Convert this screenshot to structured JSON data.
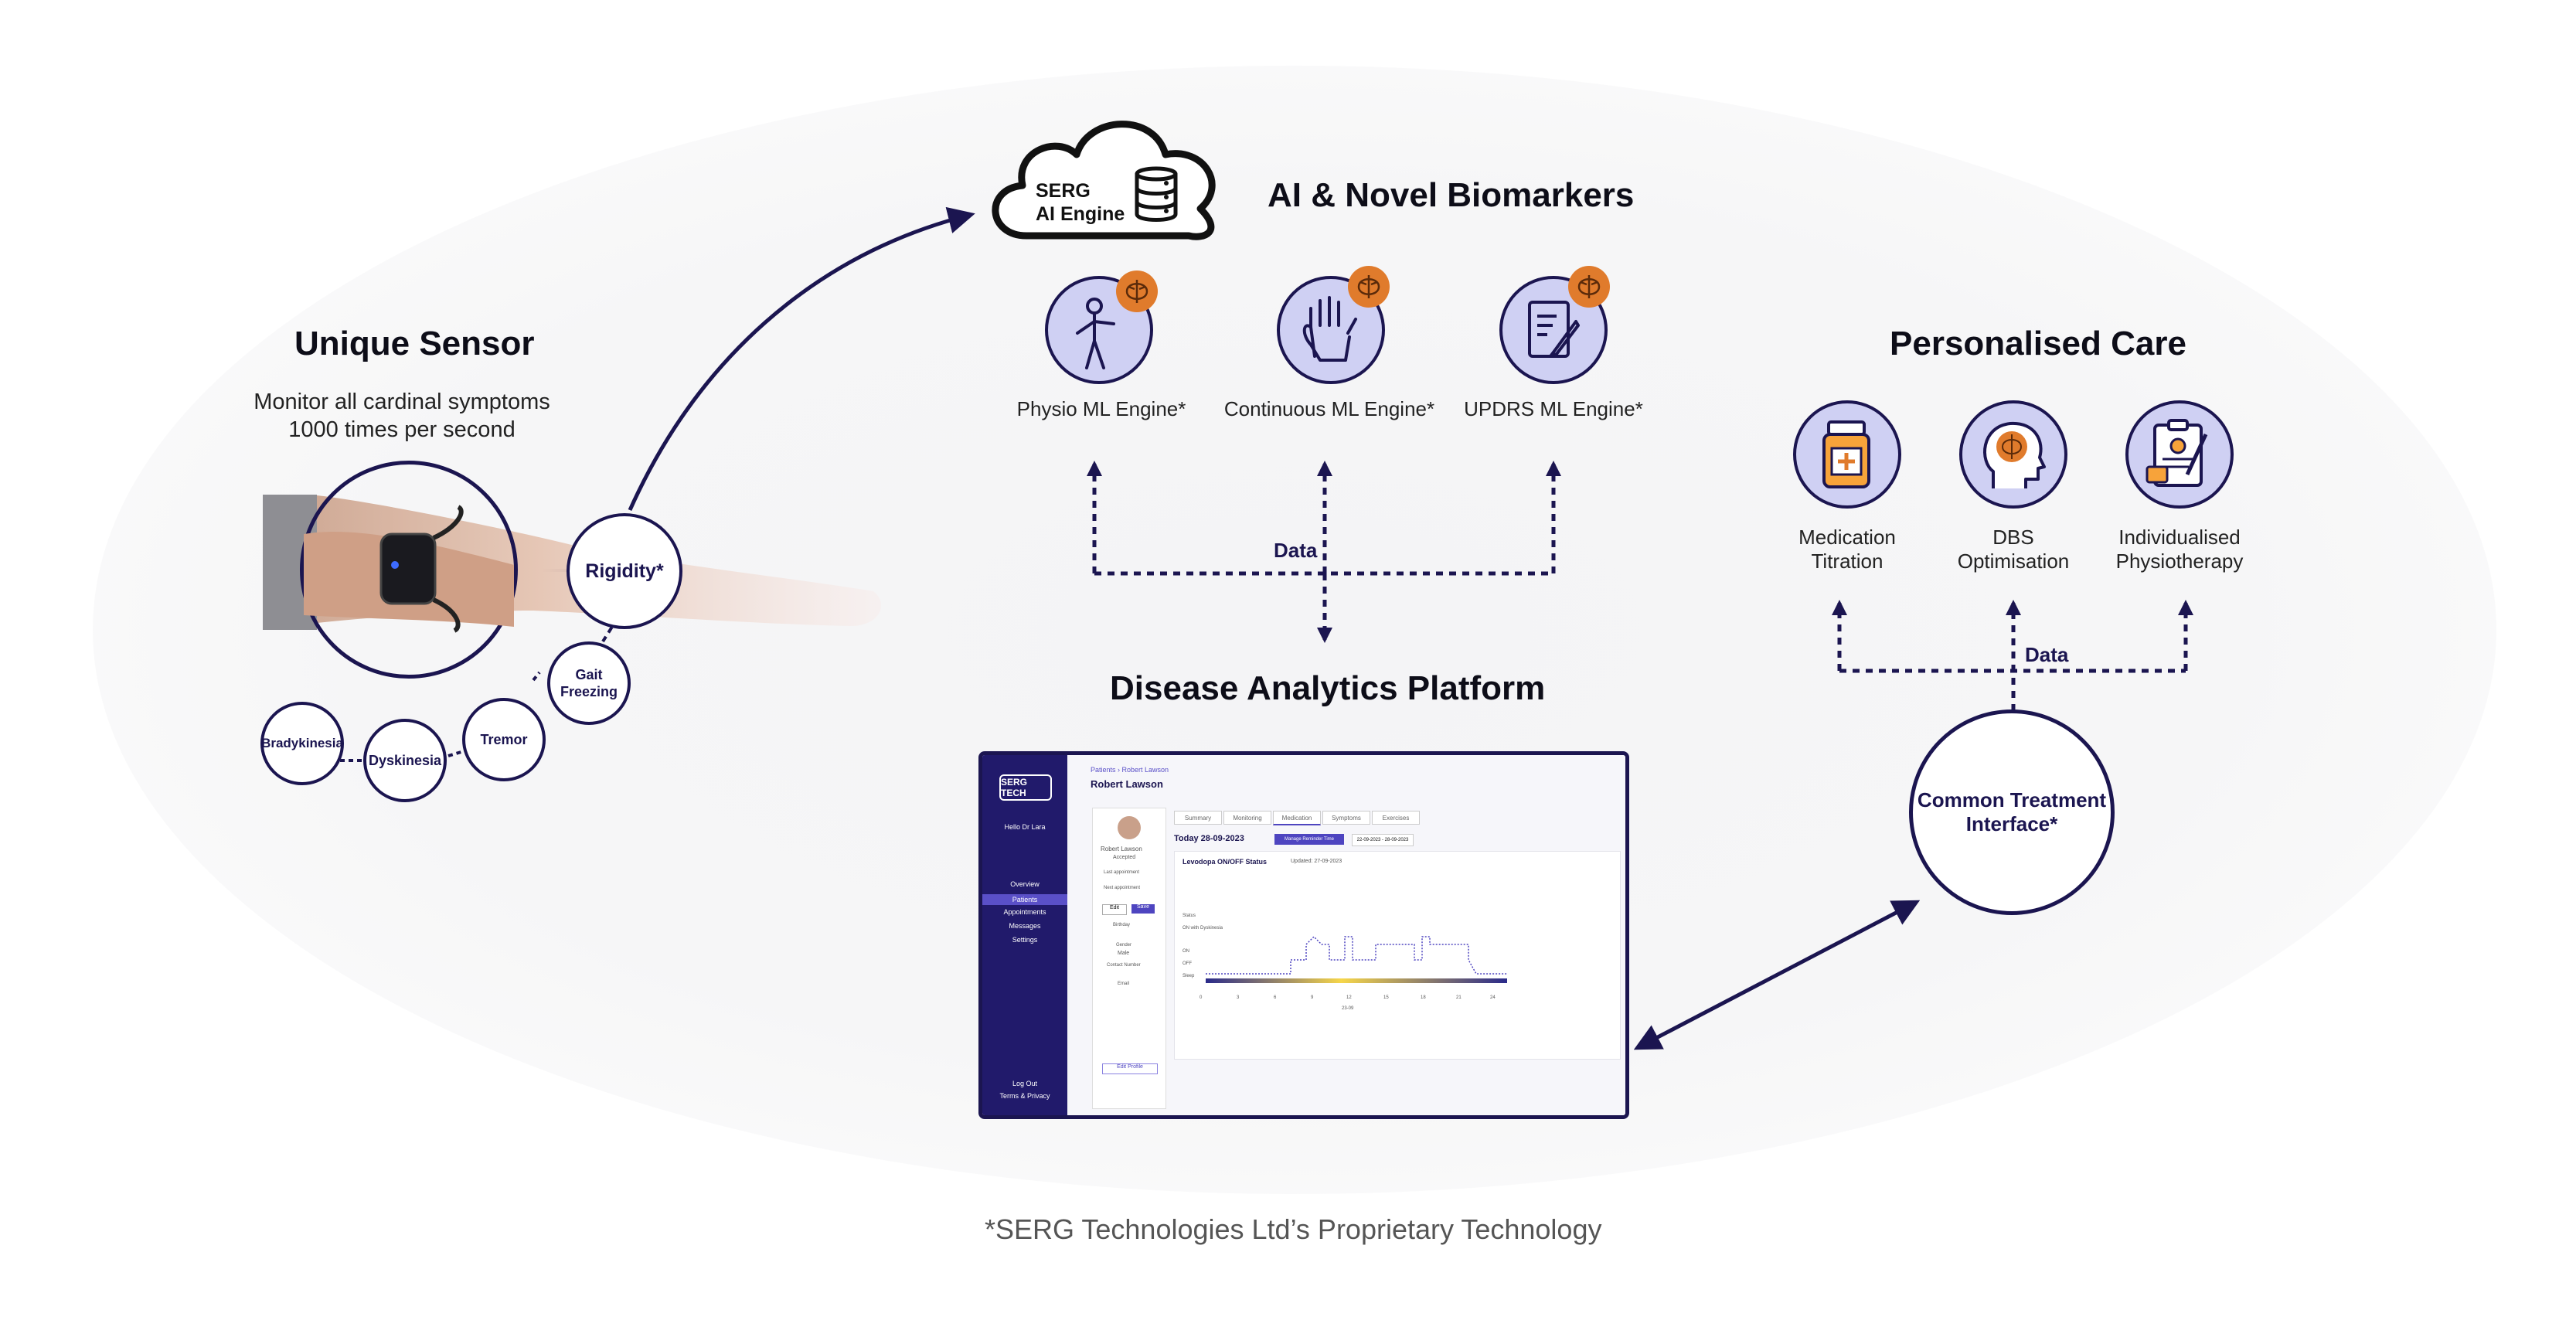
{
  "sensor": {
    "title": "Unique Sensor",
    "subtitle_line1": "Monitor all cardinal symptoms",
    "subtitle_line2": "1000 times per second",
    "symptoms": [
      "Rigidity*",
      "Gait Freezing",
      "Tremor",
      "Dyskinesia",
      "Bradykinesia"
    ]
  },
  "ai": {
    "cloud_line1": "SERG",
    "cloud_line2": "AI Engine",
    "title": "AI & Novel Biomarkers",
    "engines": [
      "Physio ML Engine*",
      "Continuous ML Engine*",
      "UPDRS ML Engine*"
    ],
    "data_label": "Data"
  },
  "care": {
    "title": "Personalised Care",
    "items": [
      {
        "line1": "Medication",
        "line2": "Titration",
        "icon": "medication-bottle-icon"
      },
      {
        "line1": "DBS",
        "line2": "Optimisation",
        "icon": "head-brain-icon"
      },
      {
        "line1": "Individualised",
        "line2": "Physiotherapy",
        "icon": "clipboard-icon"
      }
    ],
    "data_label": "Data",
    "interface_line1": "Common Treatment",
    "interface_line2": "Interface*"
  },
  "platform": {
    "title": "Disease Analytics Platform",
    "dashboard": {
      "logo": "SERG TECH",
      "greeting": "Hello Dr Lara",
      "nav": [
        "Overview",
        "Patients",
        "Appointments",
        "Messages",
        "Settings"
      ],
      "footer_nav": [
        "Log Out",
        "Terms & Privacy"
      ],
      "breadcrumb": "Patients  ›  Robert Lawson",
      "patient_name": "Robert Lawson",
      "tabs": [
        "Summary",
        "Monitoring",
        "Medication",
        "Symptoms",
        "Exercises"
      ],
      "today": "Today 28-09-2023",
      "button": "Manage Reminder Time",
      "date_range": "22-09-2023 - 28-09-2023",
      "chart_title": "Levodopa ON/OFF Status",
      "chart_updated": "Updated: 27-09-2023",
      "profile_fields": [
        "Robert Lawson",
        "Accepted",
        "Last appointment",
        "Next appointment",
        "Birthday",
        "Gender",
        "Male",
        "Contact Number",
        "Email"
      ],
      "edit_btn": "Edit",
      "save_btn": "Save",
      "edit_profile": "Edit Profile",
      "y_labels": [
        "Status",
        "ON with Dyskinesia",
        "ON",
        "OFF",
        "Sleep"
      ],
      "x_ticks": [
        "0",
        "3",
        "6",
        "9",
        "12",
        "15",
        "18",
        "21",
        "24"
      ],
      "x_caption": "23-09"
    }
  },
  "footnote": "*SERG Technologies Ltd’s Proprietary Technology",
  "colors": {
    "navy": "#1b1550",
    "lavender": "#cfd0f3",
    "brain": "#e07b2c"
  }
}
